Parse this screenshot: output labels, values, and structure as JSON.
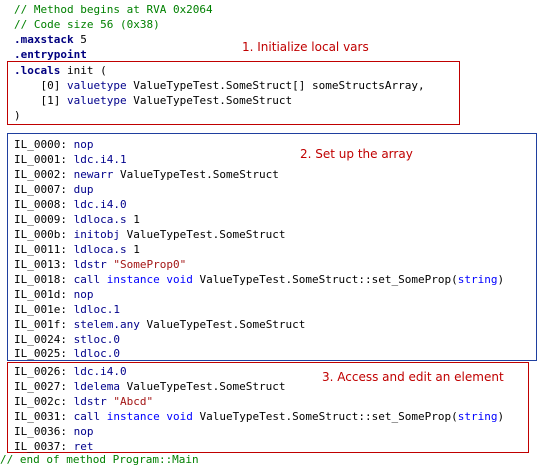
{
  "header": {
    "comment1": "// Method begins at RVA 0x2064",
    "comment2": "// Code size 56 (0x38)",
    "maxstack_kw": ".maxstack",
    "maxstack_val": " 5",
    "entrypoint": ".entrypoint"
  },
  "locals": {
    "decl_kw": ".locals",
    "decl_rest": " init (",
    "items": [
      {
        "idx": "    [0] ",
        "kw": "valuetype",
        "rest": " ValueTypeTest.SomeStruct[] someStructsArray,"
      },
      {
        "idx": "    [1] ",
        "kw": "valuetype",
        "rest": " ValueTypeTest.SomeStruct"
      }
    ],
    "close": ")"
  },
  "annotations": {
    "a1": "1. Initialize local vars",
    "a2": "2. Set up the array",
    "a3": "3. Access and edit an element"
  },
  "il": [
    {
      "label": "IL_0000: ",
      "op": "nop",
      "arg": ""
    },
    {
      "label": "IL_0001: ",
      "op": "ldc.i4.1",
      "arg": ""
    },
    {
      "label": "IL_0002: ",
      "op": "newarr",
      "arg": " ValueTypeTest.SomeStruct"
    },
    {
      "label": "IL_0007: ",
      "op": "dup",
      "arg": ""
    },
    {
      "label": "IL_0008: ",
      "op": "ldc.i4.0",
      "arg": ""
    },
    {
      "label": "IL_0009: ",
      "op": "ldloca.s",
      "arg": " 1"
    },
    {
      "label": "IL_000b: ",
      "op": "initobj",
      "arg": " ValueTypeTest.SomeStruct"
    },
    {
      "label": "IL_0011: ",
      "op": "ldloca.s",
      "arg": " 1"
    },
    {
      "label": "IL_0013: ",
      "op": "ldstr",
      "str": " \"SomeProp0\""
    },
    {
      "label": "IL_0018: ",
      "op": "call",
      "kw1": " instance",
      "kw2": " void",
      "mid": " ValueTypeTest.SomeStruct::set_SomeProp(",
      "kw3": "string",
      "end": ")"
    },
    {
      "label": "IL_001d: ",
      "op": "nop",
      "arg": ""
    },
    {
      "label": "IL_001e: ",
      "op": "ldloc.1",
      "arg": ""
    },
    {
      "label": "IL_001f: ",
      "op": "stelem",
      "kw1": ".any",
      "arg": " ValueTypeTest.SomeStruct"
    },
    {
      "label": "IL_0024: ",
      "op": "stloc.0",
      "arg": ""
    },
    {
      "label": "IL_0025: ",
      "op": "ldloc.0",
      "arg": ""
    },
    {
      "label": "IL_0026: ",
      "op": "ldc.i4.0",
      "arg": ""
    },
    {
      "label": "IL_0027: ",
      "op": "ldelema",
      "arg": " ValueTypeTest.SomeStruct"
    },
    {
      "label": "IL_002c: ",
      "op": "ldstr",
      "str": " \"Abcd\""
    },
    {
      "label": "IL_0031: ",
      "op": "call",
      "kw1": " instance",
      "kw2": " void",
      "mid": " ValueTypeTest.SomeStruct::set_SomeProp(",
      "kw3": "string",
      "end": ")"
    },
    {
      "label": "IL_0036: ",
      "op": "nop",
      "arg": ""
    },
    {
      "label": "IL_0037: ",
      "op": "ret",
      "arg": ""
    }
  ],
  "footer": "// end of method Program::Main"
}
